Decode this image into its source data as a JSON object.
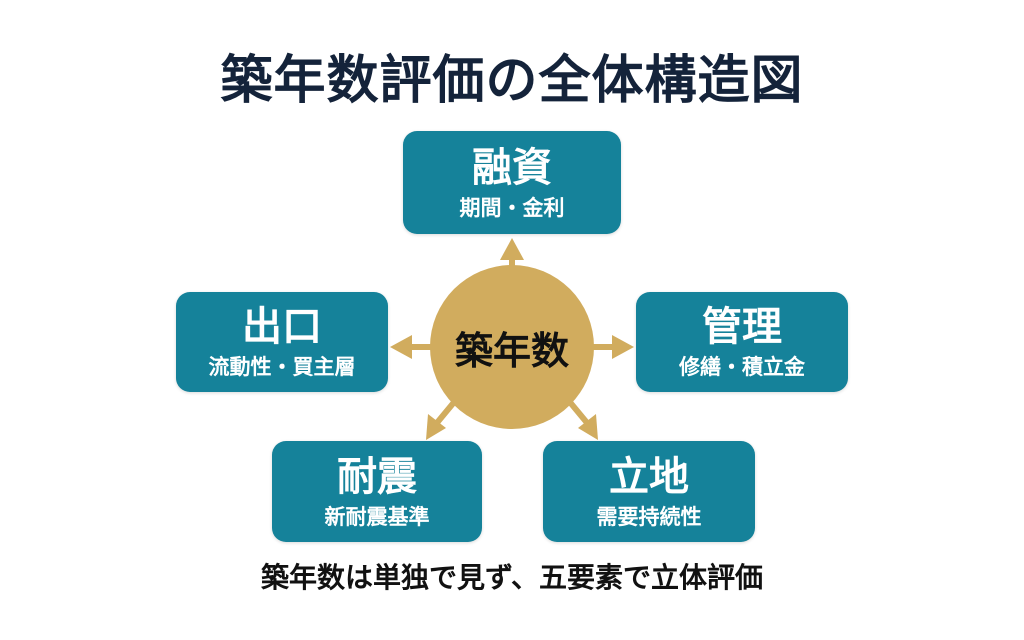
{
  "title": "築年数評価の全体構造図",
  "hub": {
    "label": "築年数",
    "color": "#d1ac5e"
  },
  "box_color": "#15829a",
  "nodes": {
    "top": {
      "heading": "融資",
      "sub": "期間・金利"
    },
    "left": {
      "heading": "出口",
      "sub": "流動性・買主層"
    },
    "right": {
      "heading": "管理",
      "sub": "修繕・積立金"
    },
    "bottom_left": {
      "heading": "耐震",
      "sub": "新耐震基準"
    },
    "bottom_right": {
      "heading": "立地",
      "sub": "需要持続性"
    }
  },
  "caption": "築年数は単独で見ず、五要素で立体評価"
}
